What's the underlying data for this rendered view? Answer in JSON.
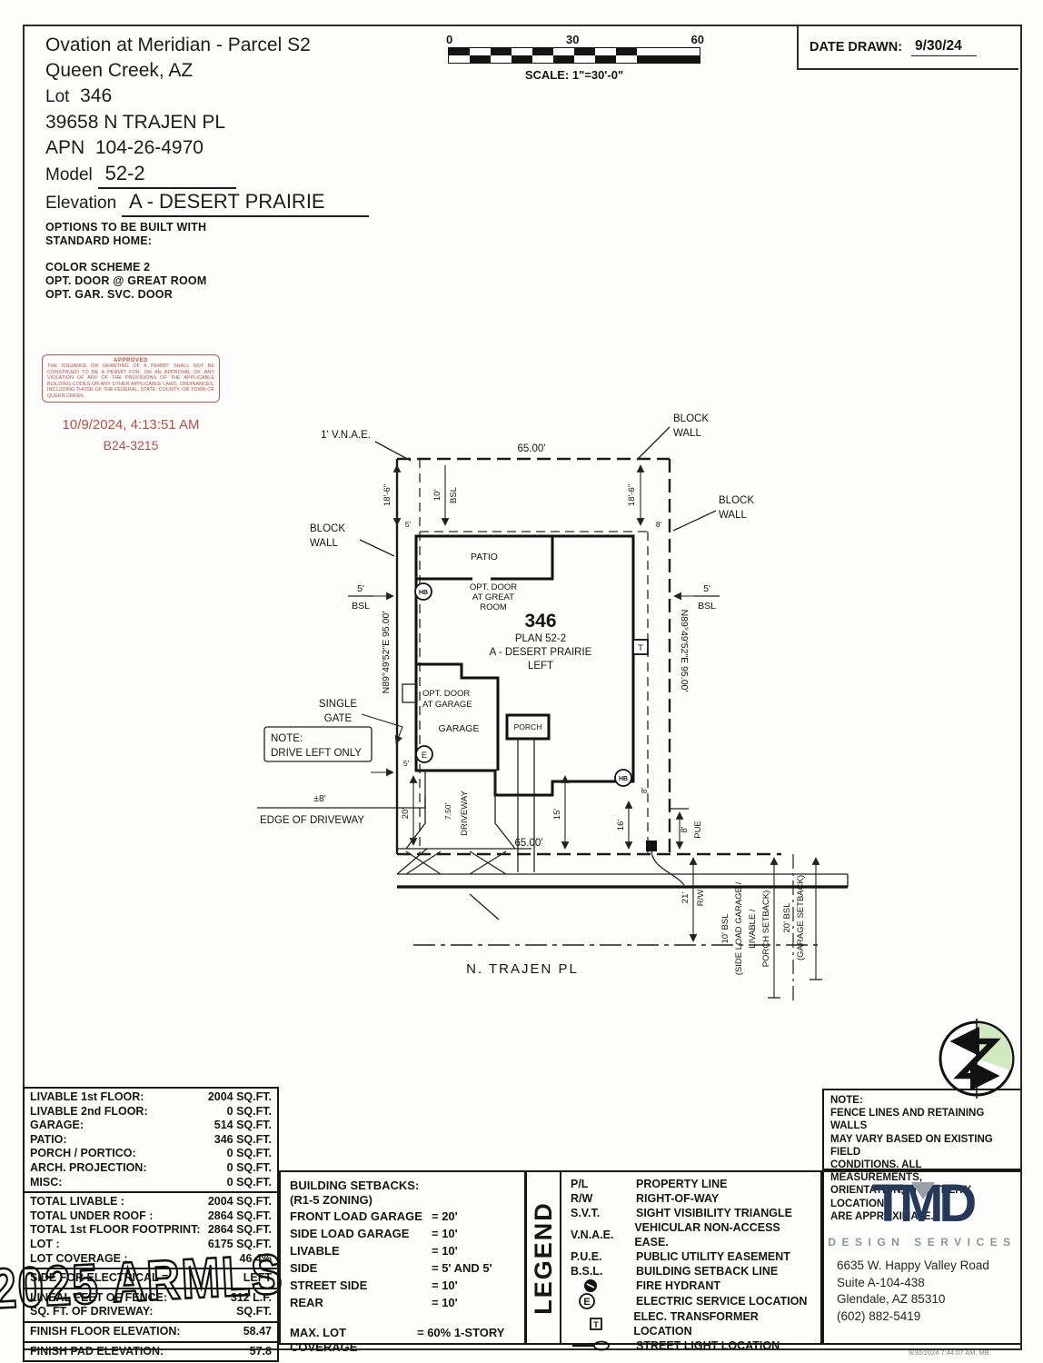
{
  "header": {
    "project": "Ovation at Meridian - Parcel S2",
    "city": "Queen Creek, AZ",
    "lot_label": "Lot",
    "lot_number": "346",
    "address": "39658 N TRAJEN PL",
    "apn_label": "APN",
    "apn": "104-26-4970",
    "model_label": "Model",
    "model": "52-2",
    "elevation_label": "Elevation",
    "elevation": "A - DESERT PRAIRIE",
    "options_intro_1": "OPTIONS TO BE BUILT WITH",
    "options_intro_2": "STANDARD HOME:",
    "options": [
      "COLOR SCHEME 2",
      "OPT. DOOR @ GREAT ROOM",
      "OPT. GAR. SVC. DOOR"
    ]
  },
  "scale_bar": {
    "tick0": "0",
    "tick30": "30",
    "tick60": "60",
    "scale_text": "SCALE: 1\"=30'-0\""
  },
  "title_block": {
    "date_drawn_label": "DATE DRAWN:",
    "date_drawn_value": "9/30/24"
  },
  "stamp": {
    "title": "APPROVED",
    "body": "THE ISSUANCE OR GRANTING OF A PERMIT SHALL NOT BE CONSTRUED TO BE A PERMIT FOR, OR AN APPROVAL OF, ANY VIOLATION OF ANY OF THE PROVISIONS OF THE APPLICABLE BUILDING CODES OR ANY OTHER APPLICABLE LAWS, ORDINANCES, INCLUDING THOSE OF THE FEDERAL, STATE, COUNTY, OR TOWN OF QUEEN CREEK.",
    "datetime": "10/9/2024, 4:13:51 AM",
    "permit_number": "B24-3215"
  },
  "site": {
    "vnae": "1' V.N.A.E.",
    "dim_top": "65.00'",
    "dim_bottom": "65.00'",
    "block": "BLOCK",
    "wall": "WALL",
    "dim_18_6": "18'-6\"",
    "dim_10": "10'",
    "bsl": "BSL",
    "dim_5": "5'",
    "dim_8": "8'",
    "patio": "PATIO",
    "hb": "HB",
    "opt_great_1": "OPT. DOOR",
    "opt_great_2": "AT GREAT",
    "opt_great_3": "ROOM",
    "lot_big": "346",
    "plan_name": "PLAN 52-2",
    "plan_elev": "A - DESERT PRAIRIE",
    "plan_side": "LEFT",
    "bearing": "N89°49'52\"E 95.00'",
    "gate_1": "SINGLE",
    "gate_2": "GATE",
    "note_1": "NOTE:",
    "note_2": "DRIVE LEFT ONLY",
    "opt_gar_1": "OPT. DOOR",
    "opt_gar_2": "AT GARAGE",
    "garage": "GARAGE",
    "porch": "PORCH",
    "e": "E",
    "t": "T",
    "pm8": "±8'",
    "edge_driveway": "EDGE OF DRIVEWAY",
    "dim_20": "20'",
    "dim_750": "7.50'",
    "driveway": "DRIVEWAY",
    "dim_15": "15'",
    "dim_16": "16'",
    "pue": "PUE",
    "dim_21": "21'",
    "rw": "R/W",
    "bsl10_1": "10' BSL",
    "bsl10_2": "(SIDE LOAD GARAGE /",
    "bsl10_3": "LIVABLE /",
    "bsl10_4": "PORCH SETBACK)",
    "bsl20_1": "20' BSL",
    "bsl20_2": "(GARAGE SETBACK)",
    "street_name": "N. TRAJEN PL"
  },
  "area_table": {
    "areas": [
      {
        "label": "LIVABLE 1st FLOOR:",
        "value": "2004 SQ.FT."
      },
      {
        "label": "LIVABLE 2nd FLOOR:",
        "value": "0 SQ.FT."
      },
      {
        "label": "GARAGE:",
        "value": "514 SQ.FT."
      },
      {
        "label": "PATIO:",
        "value": "346 SQ.FT."
      },
      {
        "label": "PORCH / PORTICO:",
        "value": "0 SQ.FT."
      },
      {
        "label": "ARCH. PROJECTION:",
        "value": "0 SQ.FT."
      },
      {
        "label": "MISC:",
        "value": "0 SQ.FT."
      }
    ],
    "totals": [
      {
        "label": "TOTAL LIVABLE :",
        "value": "2004 SQ.FT."
      },
      {
        "label": "TOTAL UNDER ROOF :",
        "value": "2864 SQ.FT."
      },
      {
        "label": "TOTAL 1st FLOOR FOOTPRINT:",
        "value": "2864 SQ.FT."
      },
      {
        "label": "LOT :",
        "value": "6175 SQ.FT."
      },
      {
        "label": "LOT COVERAGE :",
        "value": "46.4%"
      }
    ],
    "electrical": {
      "label": "SIDE FOR ELECTRICAL =",
      "value": "LEFT"
    },
    "fence": {
      "label": "LINEAL FEET OF FENCE:",
      "value": "312 L.F."
    },
    "driveway_sqft": {
      "label": "SQ. FT. OF DRIVEWAY:",
      "value": "SQ.FT."
    },
    "ffe": {
      "label": "FINISH FLOOR ELEVATION:",
      "value": "58.47"
    },
    "fpe": {
      "label": "FINISH PAD ELEVATION:",
      "value": "57.8"
    }
  },
  "setbacks": {
    "title": "BUILDING SETBACKS:",
    "zoning": "(R1-5 ZONING)",
    "rows": [
      {
        "label": "FRONT LOAD GARAGE",
        "value": "= 20'"
      },
      {
        "label": "SIDE LOAD GARAGE",
        "value": "= 10'"
      },
      {
        "label": "LIVABLE",
        "value": "= 10'"
      },
      {
        "label": "SIDE",
        "value": "= 5' AND 5'"
      },
      {
        "label": "STREET SIDE",
        "value": "= 10'"
      },
      {
        "label": "REAR",
        "value": "= 10'"
      }
    ],
    "max_coverage": {
      "label": "MAX. LOT COVERAGE",
      "value": "= 60% 1-STORY"
    }
  },
  "legend": {
    "title": "LEGEND",
    "items": [
      {
        "abbr": "P/L",
        "desc": "PROPERTY LINE"
      },
      {
        "abbr": "R/W",
        "desc": "RIGHT-OF-WAY"
      },
      {
        "abbr": "S.V.T.",
        "desc": "SIGHT VISIBILITY TRIANGLE"
      },
      {
        "abbr": "V.N.A.E.",
        "desc": "VEHICULAR NON-ACCESS EASE."
      },
      {
        "abbr": "P.U.E.",
        "desc": "PUBLIC UTILITY EASEMENT"
      },
      {
        "abbr": "B.S.L.",
        "desc": "BUILDING SETBACK LINE"
      },
      {
        "abbr": "",
        "desc": "FIRE HYDRANT",
        "symbol": "fire-hydrant"
      },
      {
        "abbr": "",
        "desc": "ELECTRIC SERVICE LOCATION",
        "symbol": "electric-service"
      },
      {
        "abbr": "",
        "desc": "ELEC. TRANSFORMER LOCATION",
        "symbol": "transformer"
      },
      {
        "abbr": "",
        "desc": "STREET LIGHT LOCATION",
        "symbol": "street-light"
      }
    ]
  },
  "note_block": {
    "title": "NOTE:",
    "lines": [
      "FENCE LINES AND RETAINING WALLS",
      "MAY VARY BASED ON EXISTING FIELD",
      "CONDITIONS.  ALL MEASUREMENTS,",
      "ORIENTATION, AND UTILITY LOCATIONS",
      "ARE APPROXIMATE."
    ]
  },
  "firm": {
    "logo": "TMD",
    "tagline": "DESIGN SERVICES",
    "address1": "6635 W. Happy Valley Road",
    "address2": "Suite A-104-438",
    "address3": "Glendale, AZ 85310",
    "phone": "(602) 882-5419"
  },
  "watermark": "2025 ARMLS",
  "footer_stamp": "9/30/2024 7:44:07 AM, MB",
  "colors": {
    "stamp_red": "#bf4b3f",
    "tmd_navy": "#24395c",
    "tmd_gray": "#9aa0a6",
    "north_green": "#cfeabe"
  }
}
